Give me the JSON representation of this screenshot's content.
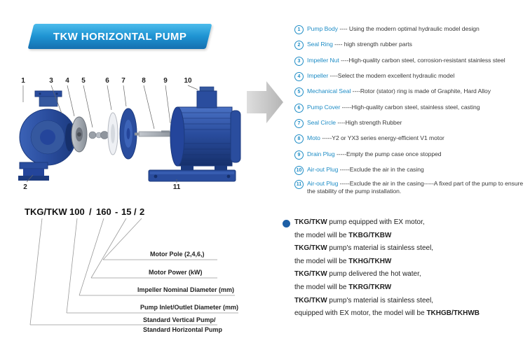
{
  "banner": {
    "title": "TKW HORIZONTAL PUMP"
  },
  "colors": {
    "banner_blue": "#1e93d2",
    "accent_blue": "#1f8dc6",
    "pump_blue": "#2a4d9e",
    "arrow_gray": "#c9c9c9",
    "bullet_blue": "#1d5fa6"
  },
  "diagram": {
    "callouts": [
      "1",
      "3",
      "4",
      "5",
      "6",
      "7",
      "8",
      "9",
      "10",
      "2",
      "11"
    ]
  },
  "parts": [
    {
      "num": "1",
      "name": "Pump Body",
      "desc": " ---- Using the modern optimal hydraulic model design"
    },
    {
      "num": "2",
      "name": "Seal Ring",
      "desc": " ---- high strength rubber parts"
    },
    {
      "num": "3",
      "name": "Impeller Nut",
      "desc": " ----High-quality carbon steel, corrosion-resistant stainless steel"
    },
    {
      "num": "4",
      "name": "Impeller",
      "desc": " ----Select the modern excellent hydraulic model"
    },
    {
      "num": "5",
      "name": "Mechanical Seal",
      "desc": " ----Rotor (stator) ring is made of Graphite, Hard Alloy"
    },
    {
      "num": "6",
      "name": "Pump Cover",
      "desc": " -----High-quality carbon steel, stainless steel, casting"
    },
    {
      "num": "7",
      "name": "Seal Circle",
      "desc": " ----High strength Rubber"
    },
    {
      "num": "8",
      "name": "Moto",
      "desc": " -----Y2 or YX3 series energy-efficient V1 motor"
    },
    {
      "num": "9",
      "name": "Drain Plug",
      "desc": " -----Empty the pump case once stopped"
    },
    {
      "num": "10",
      "name": "Air-out Plug",
      "desc": " -----Exclude the air in the casing"
    },
    {
      "num": "11",
      "name": "Air-out Plug",
      "desc": " -----Exclude the air in the casing-----A fixed part of the pump to ensure the stability of the pump installation."
    }
  ],
  "model": {
    "code": {
      "prefix": "TKG/TKW",
      "d1": "100",
      "sep1": "/",
      "d2": "160",
      "sep2": "-",
      "d3": "15",
      "sep3": "/",
      "d4": "2"
    },
    "labels": {
      "pole": "Motor Pole (2,4,6,)",
      "power": "Motor Power  (kW)",
      "impeller": "Impeller Nominal Diameter (mm)",
      "inlet": "Pump Inlet/Outlet Diameter (mm)",
      "standard1": "Standard Vertical Pump/",
      "standard2": "Standard  Horizontal Pump"
    }
  },
  "notes": [
    {
      "b1": "TKG/TKW",
      "t1": " pump equipped with EX motor,",
      "t2": "the model will be ",
      "b2": "TKBG/TKBW"
    },
    {
      "b1": "TKG/TKW",
      "t1": " pump's material is stainless steel,",
      "t2": "the model will be ",
      "b2": "TKHG/TKHW"
    },
    {
      "b1": "TKG/TKW",
      "t1": " pump delivered the hot water,",
      "t2": "the model will be ",
      "b2": "TKRG/TKRW"
    },
    {
      "b1": "TKG/TKW",
      "t1": " pump's material is stainless steel,",
      "t2": "equipped with EX motor, the model will be ",
      "b2": "TKHGB/TKHWB"
    }
  ]
}
